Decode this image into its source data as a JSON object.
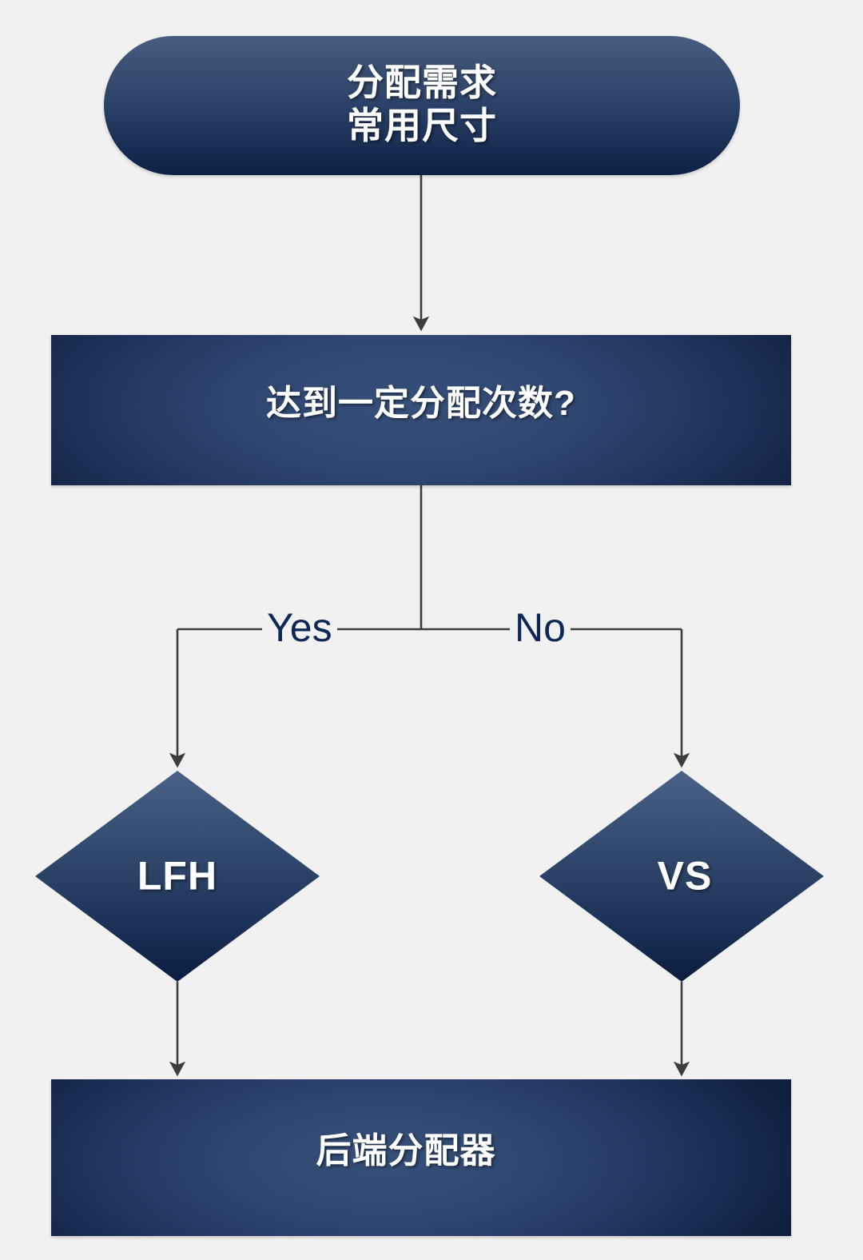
{
  "diagram": {
    "type": "flowchart",
    "orientation": "top-down",
    "background_color": "#f1f1f1",
    "accent_color": "#1b3156",
    "node_text_color": "#ffffff",
    "connector_color": "#3d3d3d",
    "branch_label_color": "#0d2857"
  },
  "nodes": {
    "start": {
      "shape": "stadium",
      "label": "分配需求\n常用尺寸",
      "line1": "分配需求",
      "line2": "常用尺寸"
    },
    "decision": {
      "shape": "rectangle",
      "label": "达到一定分配次数?"
    },
    "lfh": {
      "shape": "diamond",
      "label": "LFH"
    },
    "vs": {
      "shape": "diamond",
      "label": "VS"
    },
    "end": {
      "shape": "rectangle",
      "label": "后端分配器"
    }
  },
  "edges": {
    "start_to_decision": {
      "label": ""
    },
    "decision_to_lfh": {
      "label": "Yes"
    },
    "decision_to_vs": {
      "label": "No"
    },
    "lfh_to_end": {
      "label": ""
    },
    "vs_to_end": {
      "label": ""
    }
  },
  "branch_labels": {
    "yes": "Yes",
    "no": "No"
  }
}
